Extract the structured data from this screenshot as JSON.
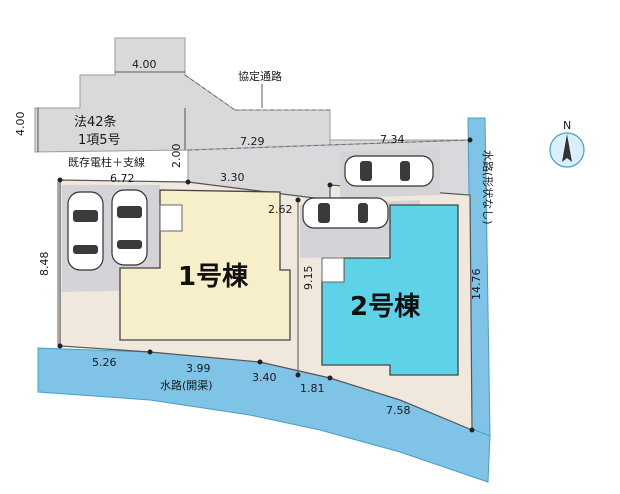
{
  "labels": {
    "kyotei": "協定通路",
    "hou42": "法42条",
    "kou5": "1項5号",
    "denchu": "既存電柱＋支線",
    "suiro_side": "水路(形状なし)",
    "suiro_bottom": "水路(開渠)",
    "north": "N",
    "building1": "1号棟",
    "building2": "2号棟"
  },
  "dimensions": {
    "d400_top": "4.00",
    "d400_left": "4.00",
    "d729": "7.29",
    "d734": "7.34",
    "d200": "2.00",
    "d672": "6.72",
    "d330": "3.30",
    "d262": "2.62",
    "d848": "8.48",
    "d915": "9.15",
    "d1476": "14.76",
    "d526": "5.26",
    "d399": "3.99",
    "d340": "3.40",
    "d181": "1.81",
    "d758": "7.58"
  }
}
